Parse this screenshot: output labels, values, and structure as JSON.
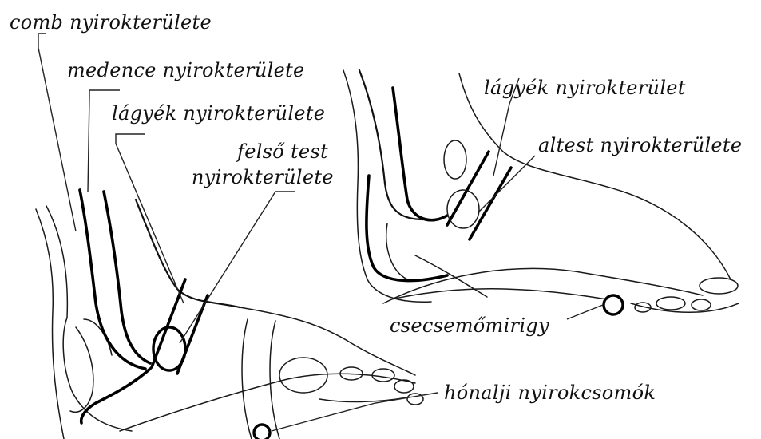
{
  "labels": {
    "comb": "comb nyirokterülete",
    "medence": "medence nyirokterülete",
    "lagyek_left": "lágyék nyirokterülete",
    "felso_test_line1": "felső test",
    "felso_test_line2": "nyirokterülete",
    "lagyek_right": "lágyék nyirokterület",
    "altest": "altest nyirokterülete",
    "csecsemomirigy": "csecsemőmirigy",
    "honalji": "hónalji nyirokcsomók"
  },
  "colors": {
    "ink": "#000000",
    "paper": "#ffffff"
  }
}
